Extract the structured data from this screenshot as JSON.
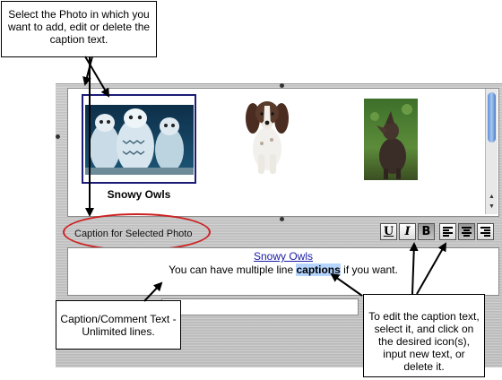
{
  "callouts": {
    "select_photo": "Select the Photo in which you want to add, edit or delete the caption text.",
    "caption_text": "Caption/Comment Text - Unlimited lines.",
    "edit_caption": "To edit the caption text, select it, and click on the desired icon(s), input new text, or delete it."
  },
  "photos": {
    "selected_name": "Snowy Owls",
    "items": [
      {
        "subject": "snowy owls",
        "selected": true
      },
      {
        "subject": "spaniel puppy",
        "selected": false
      },
      {
        "subject": "howling wolf pup",
        "selected": false
      }
    ]
  },
  "caption": {
    "label": "Caption for Selected Photo",
    "title_line": "Snowy Owls",
    "body_before": "You can have multiple line ",
    "body_selected": "captions",
    "body_after": " if you want."
  },
  "toolbar": {
    "underline": "U",
    "italic": "I",
    "bold": "B",
    "align_left_icon": "align-left-icon",
    "align_center_icon": "align-center-icon",
    "align_right_icon": "align-right-icon",
    "active_align": "center"
  },
  "colors": {
    "selection_frame": "#1c1c78",
    "ellipse": "#cc2222",
    "text_highlight": "#b5d5ff",
    "link_blue": "#1a1aa6"
  }
}
